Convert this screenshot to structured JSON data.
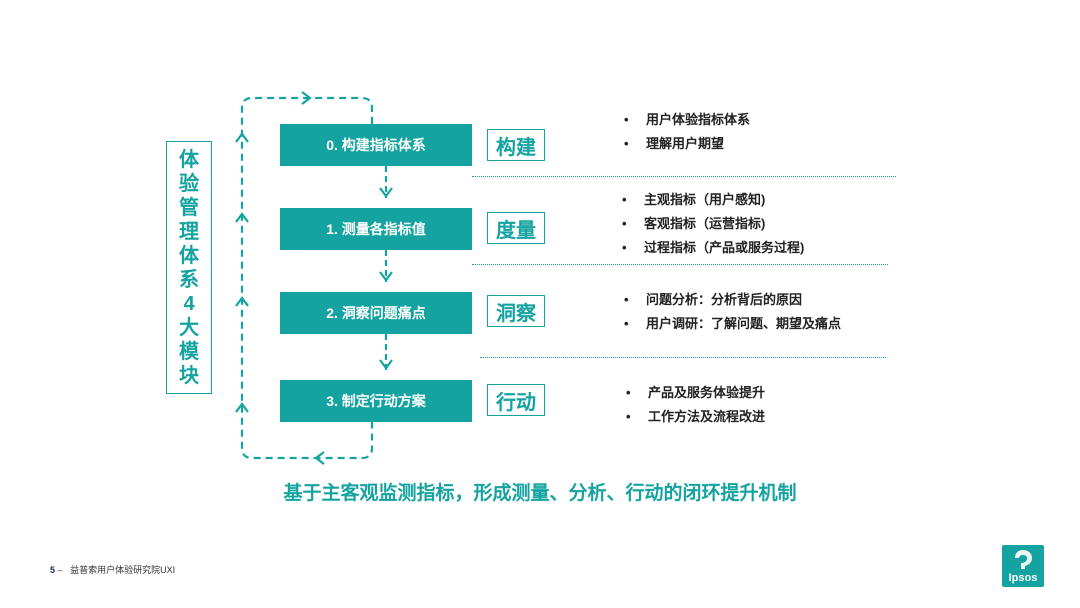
{
  "side_title": [
    "体",
    "验",
    "管",
    "理",
    "体",
    "系",
    "4",
    "大",
    "模",
    "块"
  ],
  "steps": [
    {
      "label": "0. 构建指标体系",
      "tag": "构建",
      "bullets": [
        "用户体验指标体系",
        "理解用户期望"
      ]
    },
    {
      "label": "1. 测量各指标值",
      "tag": "度量",
      "bullets": [
        "主观指标（用户感知)",
        "客观指标（运营指标)",
        "过程指标（产品或服务过程)"
      ]
    },
    {
      "label": "2. 洞察问题痛点",
      "tag": "洞察",
      "bullets": [
        "问题分析：分析背后的原因",
        "用户调研：了解问题、期望及痛点"
      ]
    },
    {
      "label": "3. 制定行动方案",
      "tag": "行动",
      "bullets": [
        "产品及服务体验提升",
        "工作方法及流程改进"
      ]
    }
  ],
  "summary": "基于主客观监测指标，形成测量、分析、行动的闭环提升机制",
  "footer": {
    "page": "5",
    "separator": "–",
    "org": "益普索用户体验研究院UXI"
  },
  "logo": {
    "text": "Ipsos",
    "color": "#14a3a0"
  },
  "accent_color": "#14a3a0"
}
